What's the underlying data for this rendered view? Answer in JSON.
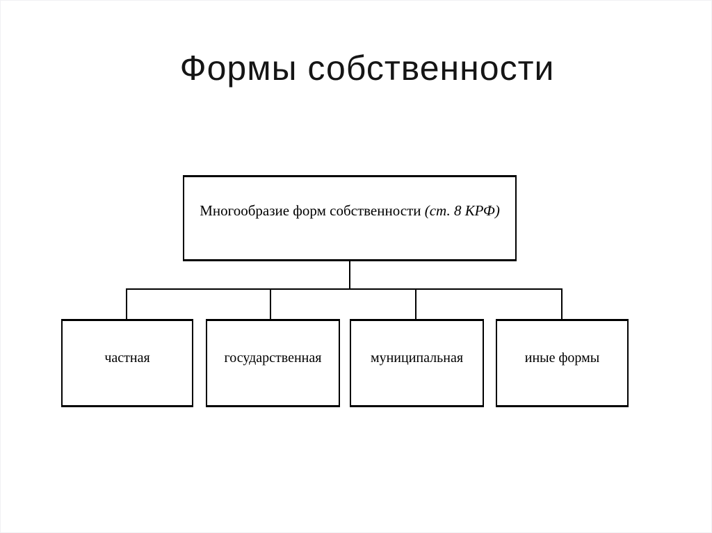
{
  "page": {
    "title": "Формы собственности",
    "background_color": "#ffffff",
    "line_color": "#000000",
    "text_color": "#000000"
  },
  "diagram": {
    "type": "hierarchy",
    "root": {
      "label": "Многообразие форм собственности",
      "note": "(ст. 8 КРФ)"
    },
    "children": [
      {
        "label": "частная"
      },
      {
        "label": "государственная"
      },
      {
        "label": "муниципальная"
      },
      {
        "label": "иные формы"
      }
    ]
  }
}
